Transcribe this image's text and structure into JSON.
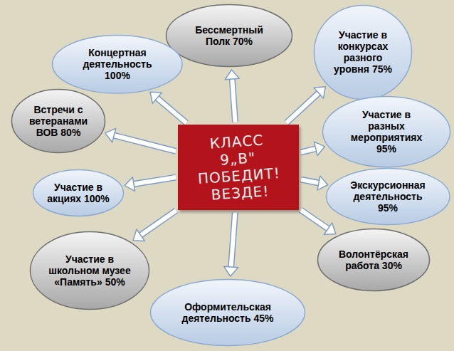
{
  "diagram": {
    "nodes": [
      {
        "text": [
          "КЛАСС 9„В\" ПОБЕДИТ! ВЕЗДЕ!"
        ]
      },
      {
        "text": [
          "Бессмертный Полк 70%"
        ]
      },
      {
        "text": [
          "Участие в конкурсах разного уровня 75%"
        ]
      },
      {
        "text": [
          "Концертная деятельность 100%"
        ]
      },
      {
        "text": [
          "Встречи с ветеранами ВОВ 80%"
        ]
      },
      {
        "text": [
          "Участие в разных мероприятиях 95%"
        ]
      },
      {
        "text": [
          "Участие в акциях 100%"
        ]
      },
      {
        "text": [
          "Экскурсионная деятельность 95%"
        ]
      },
      {
        "text": [
          "Участие в школьном музее «Память» 50%"
        ]
      },
      {
        "text": [
          "Волонтёрская работа 30%"
        ]
      },
      {
        "text": [
          "Оформительская деятельность 45%"
        ]
      }
    ],
    "edges": [
      {
        "from": 0,
        "to": 1,
        "arrow": "to"
      },
      {
        "from": 0,
        "to": 2,
        "arrow": "to"
      },
      {
        "from": 0,
        "to": 3,
        "arrow": "to"
      },
      {
        "from": 0,
        "to": 4,
        "arrow": "to"
      },
      {
        "from": 0,
        "to": 5,
        "arrow": "to"
      },
      {
        "from": 0,
        "to": 6,
        "arrow": "to"
      },
      {
        "from": 0,
        "to": 7,
        "arrow": "to"
      },
      {
        "from": 0,
        "to": 8,
        "arrow": "to"
      },
      {
        "from": 0,
        "to": 9,
        "arrow": "to"
      },
      {
        "from": 0,
        "to": 10,
        "arrow": "to"
      }
    ]
  }
}
